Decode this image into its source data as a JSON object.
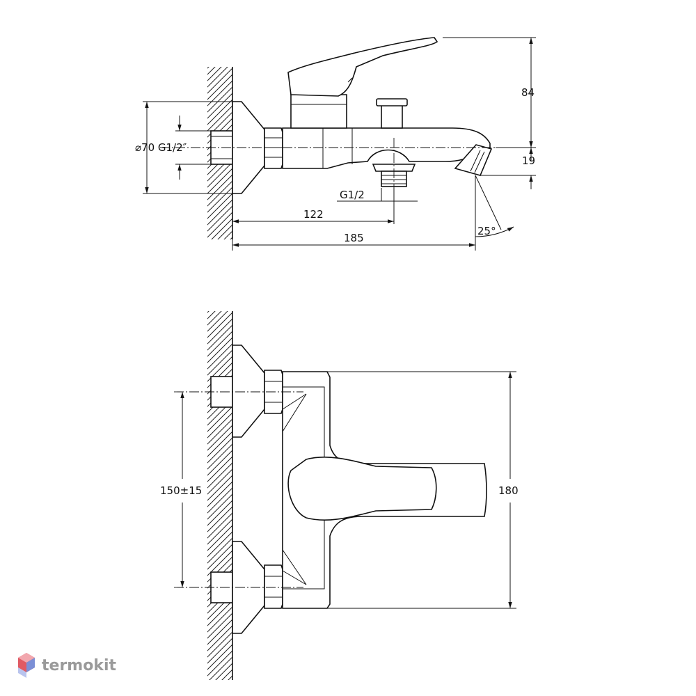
{
  "side_view": {
    "dim_height_top": "84",
    "dim_height_spout": "19",
    "dim_connection": "⌀70 G1/2″",
    "dim_outlet_thread": "G1/2",
    "dim_outlet_depth": "122",
    "dim_total_depth": "185",
    "dim_angle": "25°"
  },
  "top_view": {
    "dim_center_distance": "150±15",
    "dim_width": "180"
  },
  "watermark": {
    "text": "termokit",
    "colors": [
      "#e05a63",
      "#7b8fd6",
      "#f2a7ae",
      "#b9c4ee"
    ]
  }
}
